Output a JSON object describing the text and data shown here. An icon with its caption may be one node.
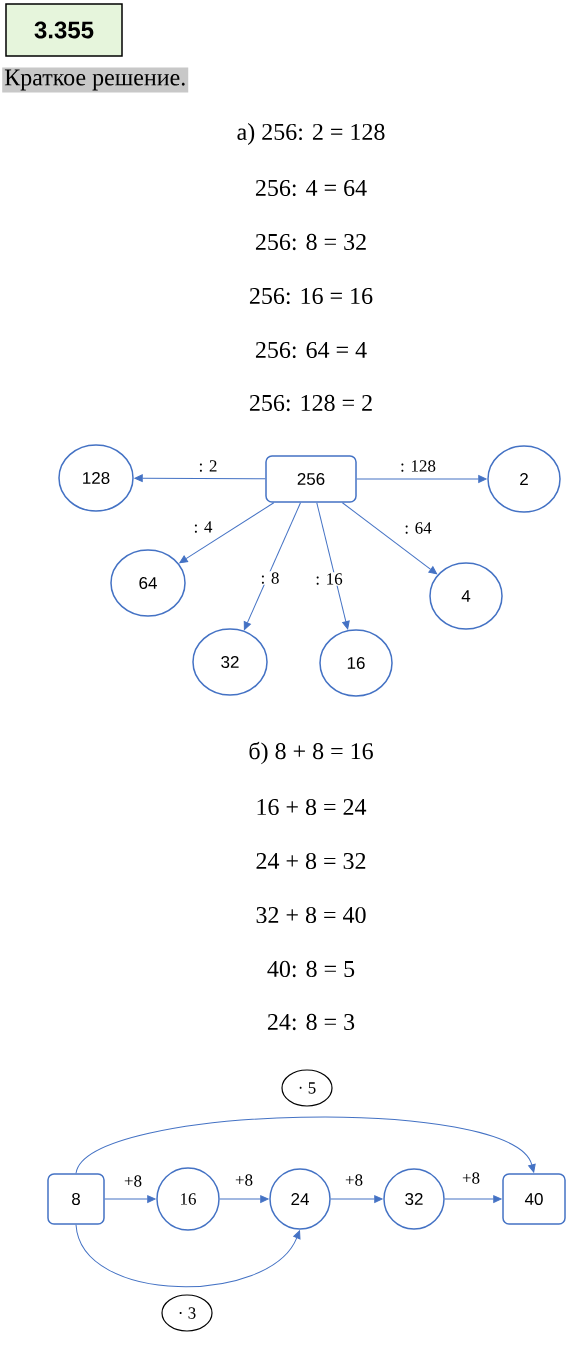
{
  "diagram": {
    "title": "3.355",
    "nodes": [
      {
        "text": [
          "256"
        ]
      },
      {
        "text": [
          "128"
        ]
      },
      {
        "text": [
          "2"
        ]
      },
      {
        "text": [
          "64"
        ]
      },
      {
        "text": [
          "32"
        ]
      },
      {
        "text": [
          "16"
        ]
      },
      {
        "text": [
          "4"
        ]
      },
      {
        "text": [
          "8"
        ]
      },
      {
        "text": [
          "16"
        ]
      },
      {
        "text": [
          "24"
        ]
      },
      {
        "text": [
          "32"
        ]
      },
      {
        "text": [
          "40"
        ]
      }
    ],
    "edges": [
      {
        "from": 0,
        "to": 1,
        "arrow": "to",
        "label": ": 2"
      },
      {
        "from": 0,
        "to": 2,
        "arrow": "to",
        "label": ": 128"
      },
      {
        "from": 0,
        "to": 3,
        "arrow": "to",
        "label": ": 4"
      },
      {
        "from": 0,
        "to": 4,
        "arrow": "to",
        "label": ": 8"
      },
      {
        "from": 0,
        "to": 5,
        "arrow": "to",
        "label": ": 16"
      },
      {
        "from": 0,
        "to": 6,
        "arrow": "to",
        "label": ": 64"
      },
      {
        "from": 7,
        "to": 8,
        "arrow": "to",
        "label": "+8"
      },
      {
        "from": 8,
        "to": 9,
        "arrow": "to",
        "label": "+8"
      },
      {
        "from": 9,
        "to": 10,
        "arrow": "to",
        "label": "+8"
      },
      {
        "from": 10,
        "to": 11,
        "arrow": "to",
        "label": "+8"
      },
      {
        "from": 7,
        "to": 11,
        "arrow": "to",
        "label": "· 5"
      },
      {
        "from": 7,
        "to": 9,
        "arrow": "to",
        "label": "· 3"
      }
    ],
    "labels": [
      "Краткое решение.",
      "а) 256: 2 = 128",
      "256: 4 = 64",
      "256: 8 = 32",
      "256: 16 = 16",
      "256: 64 = 4",
      "256: 128 = 2",
      "б) 8 + 8 = 16",
      "16 + 8 = 24",
      "24 + 8 = 32",
      "32 + 8 = 40",
      "40: 8 = 5",
      "24: 8 = 3"
    ]
  }
}
